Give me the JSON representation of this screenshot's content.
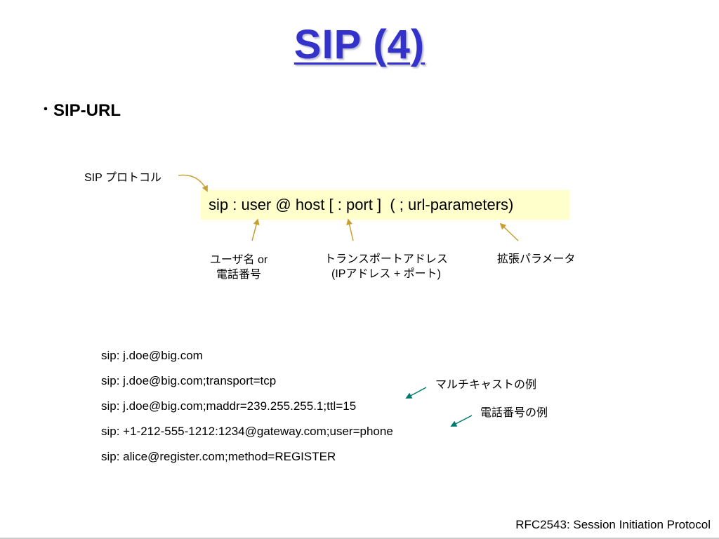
{
  "slide": {
    "title": "SIP (4)",
    "bullet_mark": "・",
    "bullet": "SIP-URL",
    "syntax": "sip : user @ host [ : port ]  ( ; url-parameters)",
    "labels": {
      "sip_protocol": "SIP プロトコル",
      "user_line1": "ユーザ名 or",
      "user_line2": "電話番号",
      "transport_line1": "トランスポートアドレス",
      "transport_line2": "(IPアドレス + ポート)",
      "ext_params": "拡張パラメータ",
      "multicast_example": "マルチキャストの例",
      "phone_example": "電話番号の例"
    },
    "examples": [
      "sip: j.doe@big.com",
      "sip: j.doe@big.com;transport=tcp",
      "sip: j.doe@big.com;maddr=239.255.255.1;ttl=15",
      "sip: +1-212-555-1212:1234@gateway.com;user=phone",
      "sip: alice@register.com;method=REGISTER"
    ],
    "footer": "RFC2543: Session Initiation Protocol"
  },
  "colors": {
    "title": "#3333cc",
    "syntax_background": "#ffffcc",
    "annotation_arrow": "#c8a032",
    "example_arrow": "#007a6e"
  }
}
